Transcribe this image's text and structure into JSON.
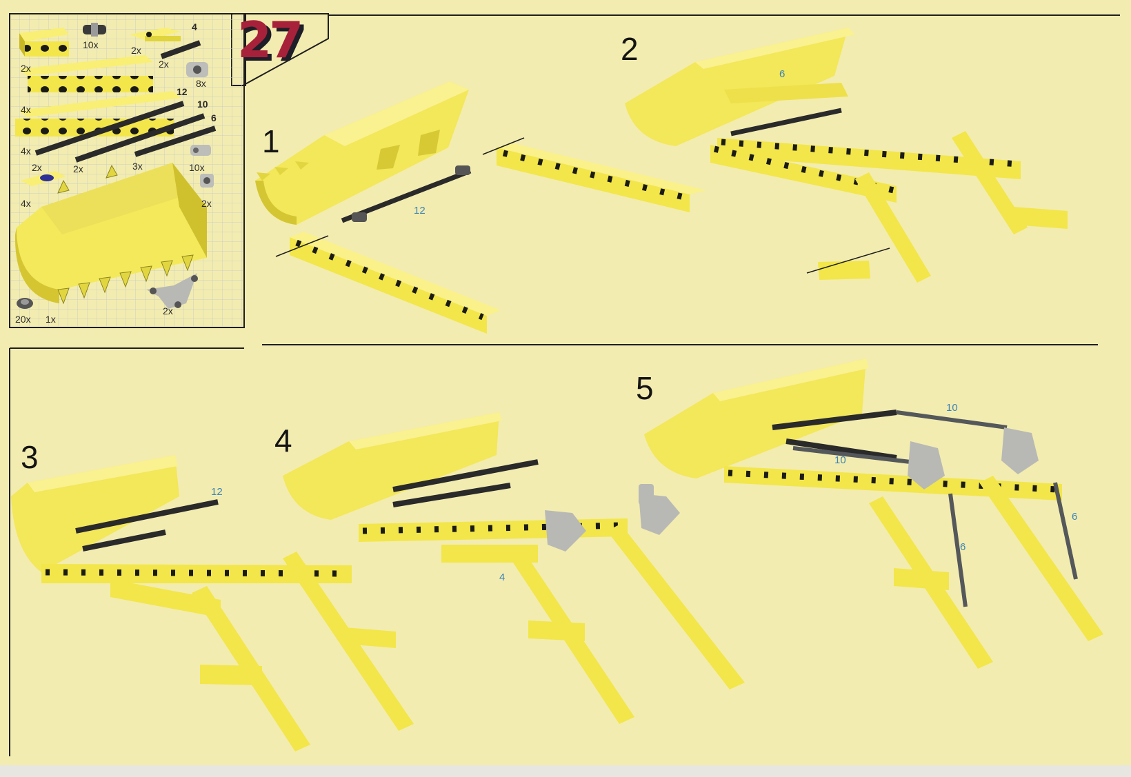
{
  "page_number": "27",
  "inventory": {
    "items": [
      {
        "qty": "2x",
        "part": "beam-4"
      },
      {
        "qty": "10x",
        "part": "pin-connector-dark"
      },
      {
        "qty": "2x",
        "part": "plate-1x4"
      },
      {
        "qty": "4",
        "part": "axle-4-length"
      },
      {
        "qty": "2x",
        "part": "axle-4"
      },
      {
        "qty": "8x",
        "part": "bush-grey"
      },
      {
        "qty": "4x",
        "part": "beam-8"
      },
      {
        "qty": "12",
        "part": "axle-12-length"
      },
      {
        "qty": "10",
        "part": "axle-10-length"
      },
      {
        "qty": "6",
        "part": "axle-6-length"
      },
      {
        "qty": "4x",
        "part": "beam-12"
      },
      {
        "qty": "2x",
        "part": "axle-12"
      },
      {
        "qty": "3x",
        "part": "axle-10"
      },
      {
        "qty": "10x",
        "part": "pin-grey"
      },
      {
        "qty": "2x",
        "part": "plate-hole"
      },
      {
        "qty": "4x",
        "part": "plate-1x4-holes"
      },
      {
        "qty": "2x",
        "part": "bush-half"
      },
      {
        "qty": "20x",
        "part": "pin-small"
      },
      {
        "qty": "1x",
        "part": "shovel-bucket"
      },
      {
        "qty": "2x",
        "part": "triangle-link"
      }
    ]
  },
  "steps": [
    {
      "number": "1",
      "callouts": [
        "12"
      ]
    },
    {
      "number": "2",
      "callouts": [
        "6"
      ]
    },
    {
      "number": "3",
      "callouts": [
        "12"
      ]
    },
    {
      "number": "4",
      "callouts": [
        "4"
      ]
    },
    {
      "number": "5",
      "callouts": [
        "10",
        "10",
        "6",
        "6"
      ]
    }
  ],
  "colors": {
    "background": "#f3ecb0",
    "beam_yellow": "#f2e64a",
    "hole_dark": "#1b1b16",
    "axle_dark": "#2a2a2a",
    "grey_part": "#a9aaa6",
    "page_number_red": "#a8213a",
    "callout_blue": "#3a84b8"
  }
}
